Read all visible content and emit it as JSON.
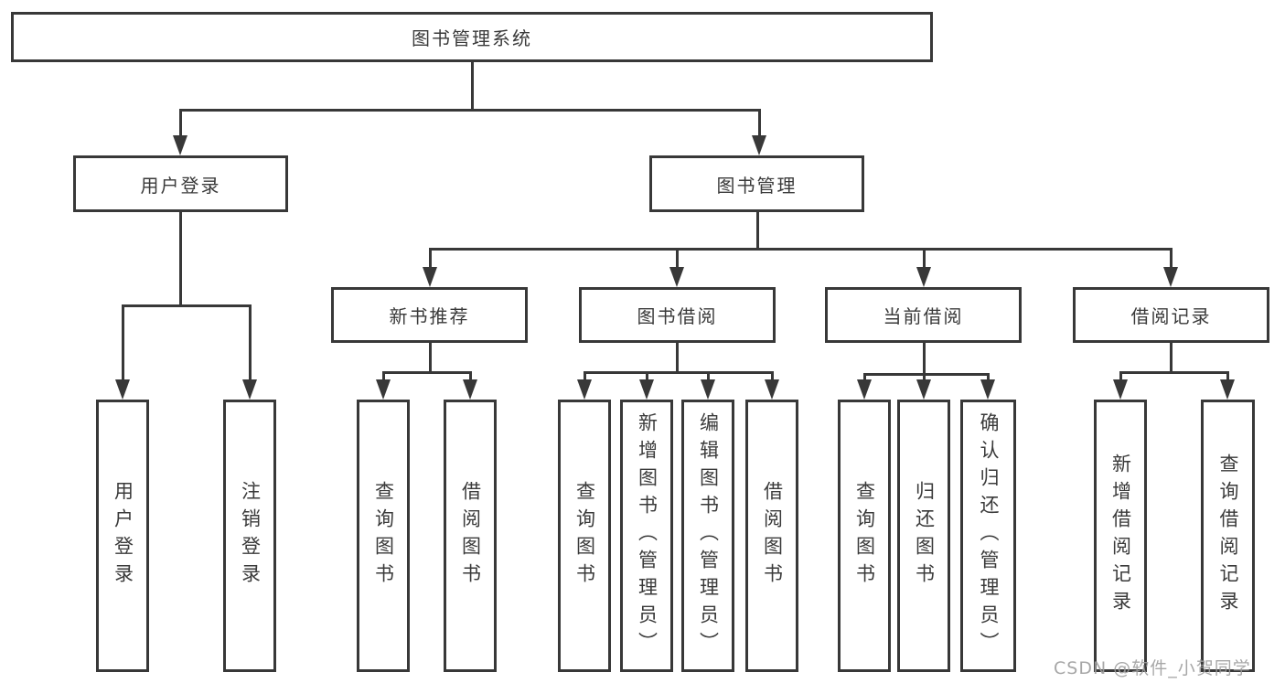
{
  "tree": {
    "root": {
      "label": "图书管理系统"
    },
    "branches": [
      {
        "label": "用户登录",
        "children": [
          {
            "label": "用户登录"
          },
          {
            "label": "注销登录"
          }
        ]
      },
      {
        "label": "图书管理",
        "children": [
          {
            "label": "新书推荐",
            "children": [
              {
                "label": "查询图书"
              },
              {
                "label": "借阅图书"
              }
            ]
          },
          {
            "label": "图书借阅",
            "children": [
              {
                "label": "查询图书"
              },
              {
                "label": "新增图书（管理员）"
              },
              {
                "label": "编辑图书（管理员）"
              },
              {
                "label": "借阅图书"
              }
            ]
          },
          {
            "label": "当前借阅",
            "children": [
              {
                "label": "查询图书"
              },
              {
                "label": "归还图书"
              },
              {
                "label": "确认归还（管理员）"
              }
            ]
          },
          {
            "label": "借阅记录",
            "children": [
              {
                "label": "新增借阅记录"
              },
              {
                "label": "查询借阅记录"
              }
            ]
          }
        ]
      }
    ]
  },
  "watermark": "CSDN @软件_小贺同学",
  "colors": {
    "line": "#383838",
    "text": "#3a3a3a",
    "watermark": "#9e9e9e",
    "background": "#ffffff"
  }
}
